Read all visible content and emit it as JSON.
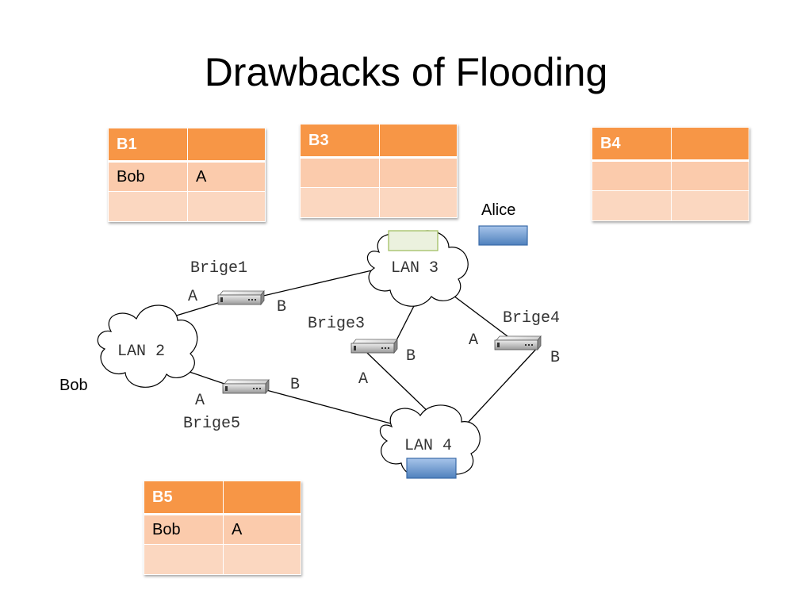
{
  "title": "Drawbacks of Flooding",
  "tables": {
    "b1": {
      "header": "B1",
      "rows": [
        [
          "Bob",
          "A"
        ],
        [
          "",
          ""
        ]
      ]
    },
    "b3": {
      "header": "B3",
      "rows": [
        [
          "",
          ""
        ],
        [
          "",
          ""
        ]
      ]
    },
    "b4": {
      "header": "B4",
      "rows": [
        [
          "",
          ""
        ],
        [
          "",
          ""
        ]
      ]
    },
    "b5": {
      "header": "B5",
      "rows": [
        [
          "Bob",
          "A"
        ],
        [
          "",
          ""
        ]
      ]
    }
  },
  "lans": {
    "lan2": "LAN 2",
    "lan3": "LAN 3",
    "lan4": "LAN 4"
  },
  "bridges": {
    "bridge1": {
      "name": "Brige1",
      "port_a": "A",
      "port_b": "B"
    },
    "bridge3": {
      "name": "Brige3",
      "port_a": "A",
      "port_b": "B"
    },
    "bridge4": {
      "name": "Brige4",
      "port_a": "A",
      "port_b": "B"
    },
    "bridge5": {
      "name": "Brige5",
      "port_a": "A",
      "port_b": "B"
    }
  },
  "hosts": {
    "alice": "Alice",
    "bob": "Bob"
  },
  "colors": {
    "table_header": "#f79646",
    "packet_green": "#ebf1de",
    "packet_blue": "#4f81bd"
  }
}
